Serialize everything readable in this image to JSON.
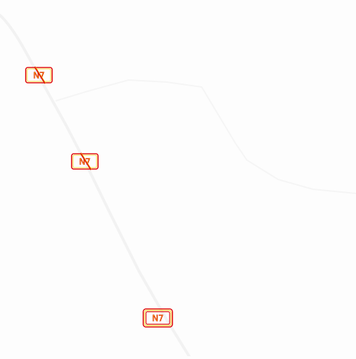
{
  "map": {
    "background_color": "#fdfdfd",
    "road_color": "#f2f2f2",
    "boundary_color": "#f5f5f5",
    "shield_outline_color": "#e01010",
    "shield_text_color": "#f4d000",
    "road_shields": [
      {
        "label": "N7",
        "style": "crossed"
      },
      {
        "label": "N7",
        "style": "crossed"
      },
      {
        "label": "N7",
        "style": "double-outline"
      }
    ]
  }
}
